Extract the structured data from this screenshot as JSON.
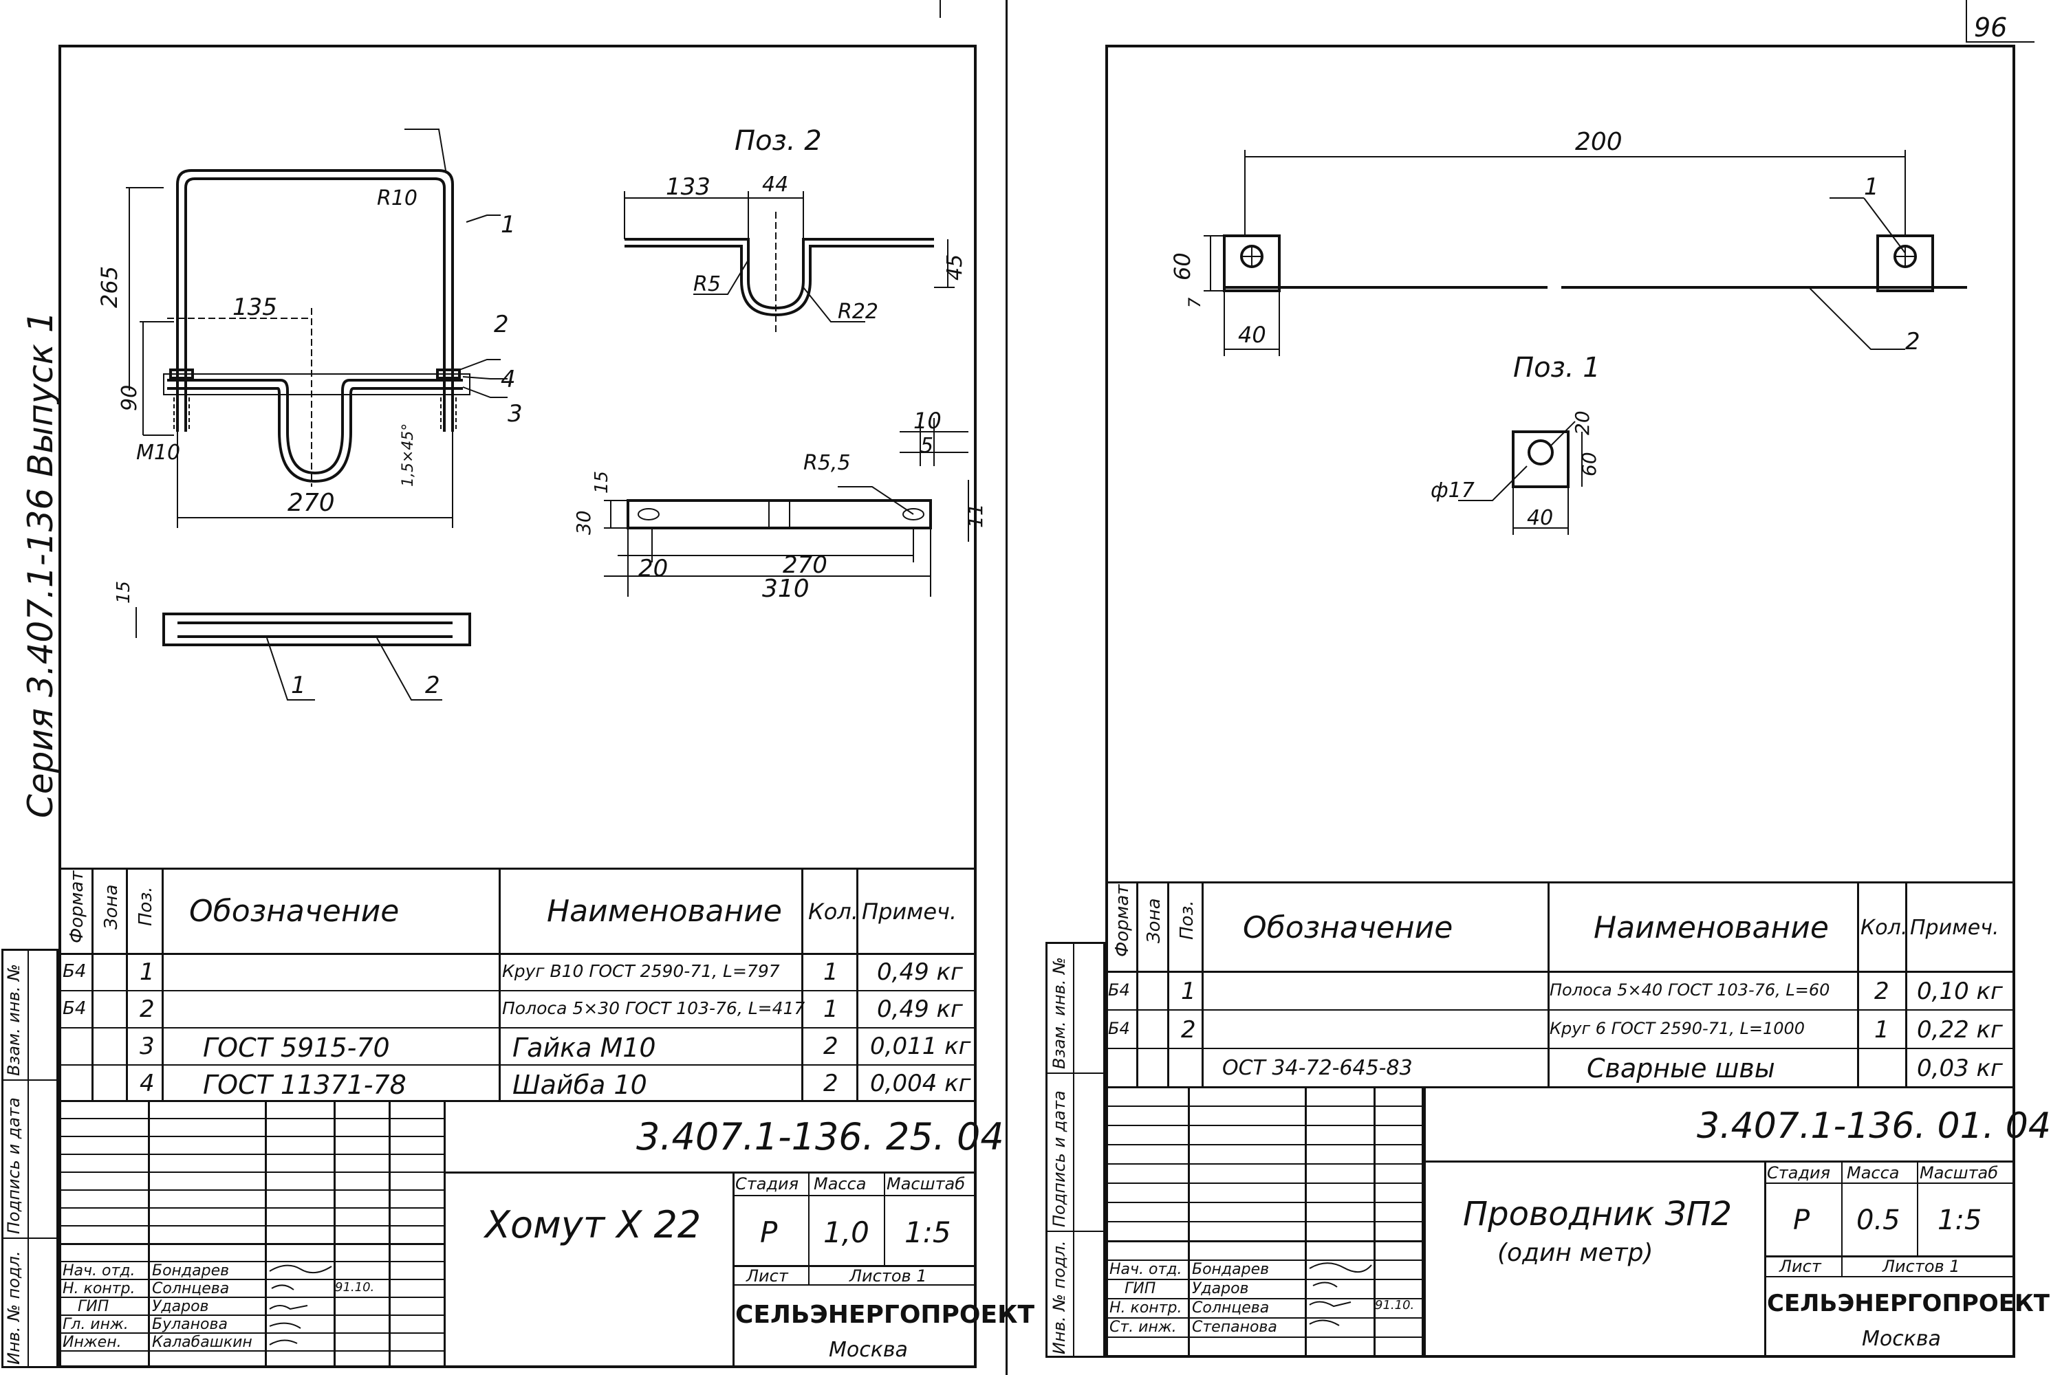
{
  "page_number": "96",
  "series_label": "Серия 3.407.1-136 Выпуск 1",
  "side_stamps": {
    "vzam": "Взам. инв. №",
    "podpis": "Подпись и дата",
    "inv": "Инв. № подл."
  },
  "columns": {
    "format": "Формат",
    "zona": "Зона",
    "poz": "Поз.",
    "oboznachenie": "Обозначение",
    "naimenovanie": "Наименование",
    "kol": "Кол.",
    "primech": "Примеч."
  },
  "left": {
    "drawing": {
      "dim_265": "265",
      "dim_R10": "R10",
      "dim_135": "135",
      "dim_90": "90",
      "dim_M10": "M10",
      "dim_270": "270",
      "dim_chamfer": "1,5×45°",
      "callout_1": "1",
      "callout_2": "2",
      "callout_3": "3",
      "callout_4": "4",
      "poz2_title": "Поз. 2",
      "dim_133": "133",
      "dim_44": "44",
      "dim_R5": "R5",
      "dim_R22": "R22",
      "dim_45": "45",
      "dim_10": "10",
      "dim_5": "5",
      "dim_R55": "R5,5",
      "dim_11": "11",
      "dim_30": "30",
      "dim_15": "15",
      "dim_20": "20",
      "dim_270b": "270",
      "dim_310": "310",
      "dim_15b": "15",
      "plan_1": "1",
      "plan_2": "2"
    },
    "bom": [
      {
        "format": "Б4",
        "zona": "",
        "poz": "1",
        "oboz": "",
        "naim": "Круг В10 ГОСТ 2590-71, L=797",
        "kol": "1",
        "prim": "0,49 кг"
      },
      {
        "format": "Б4",
        "zona": "",
        "poz": "2",
        "oboz": "",
        "naim": "Полоса 5×30 ГОСТ 103-76, L=417",
        "kol": "1",
        "prim": "0,49 кг"
      },
      {
        "format": "",
        "zona": "",
        "poz": "3",
        "oboz": "ГОСТ 5915-70",
        "naim": "Гайка М10",
        "kol": "2",
        "prim": "0,011 кг"
      },
      {
        "format": "",
        "zona": "",
        "poz": "4",
        "oboz": "ГОСТ 11371-78",
        "naim": "Шайба 10",
        "kol": "2",
        "prim": "0,004 кг"
      }
    ],
    "title_block": {
      "doc_number": "3.407.1-136. 25. 04",
      "title": "Хомут Х 22",
      "stage_label": "Стадия",
      "mass_label": "Масса",
      "scale_label": "Масштаб",
      "stage": "Р",
      "mass": "1,0",
      "scale": "1:5",
      "sheet_label": "Лист",
      "sheets_label": "Листов 1",
      "org": "СЕЛЬЭНЕРГОПРОЕКТ",
      "city": "Москва",
      "date_small": "91.10.",
      "signers": [
        {
          "role": "Нач. отд.",
          "name": "Бондарев"
        },
        {
          "role": "Н. контр.",
          "name": "Солнцева"
        },
        {
          "role": "ГИП",
          "name": "Ударов"
        },
        {
          "role": "Гл. инж.",
          "name": "Буланова"
        },
        {
          "role": "Инжен.",
          "name": "Калабашкин"
        }
      ]
    }
  },
  "right": {
    "drawing": {
      "dim_200": "200",
      "dim_60": "60",
      "dim_7": "7",
      "dim_40": "40",
      "callout_1": "1",
      "callout_2": "2",
      "poz1_title": "Поз. 1",
      "dim_20": "20",
      "dim_60b": "60",
      "dim_phi17": "ф17",
      "dim_40b": "40"
    },
    "bom": [
      {
        "format": "Б4",
        "zona": "",
        "poz": "1",
        "oboz": "",
        "naim": "Полоса 5×40 ГОСТ 103-76, L=60",
        "kol": "2",
        "prim": "0,10 кг"
      },
      {
        "format": "Б4",
        "zona": "",
        "poz": "2",
        "oboz": "",
        "naim": "Круг 6 ГОСТ 2590-71, L=1000",
        "kol": "1",
        "prim": "0,22 кг"
      },
      {
        "format": "",
        "zona": "",
        "poz": "",
        "oboz": "ОСТ 34-72-645-83",
        "naim": "Сварные швы",
        "kol": "",
        "prim": "0,03 кг"
      }
    ],
    "title_block": {
      "doc_number": "3.407.1-136. 01. 04",
      "title_line1": "Проводник ЗП2",
      "title_line2": "(один метр)",
      "stage_label": "Стадия",
      "mass_label": "Масса",
      "scale_label": "Масштаб",
      "stage": "Р",
      "mass": "0.5",
      "scale": "1:5",
      "sheet_label": "Лист",
      "sheets_label": "Листов 1",
      "org": "СЕЛЬЭНЕРГОПРОЕКТ",
      "city": "Москва",
      "date_small": "91.10.",
      "signers": [
        {
          "role": "Нач. отд.",
          "name": "Бондарев"
        },
        {
          "role": "ГИП",
          "name": "Ударов"
        },
        {
          "role": "Н. контр.",
          "name": "Солнцева"
        },
        {
          "role": "Ст. инж.",
          "name": "Степанова"
        }
      ]
    }
  }
}
